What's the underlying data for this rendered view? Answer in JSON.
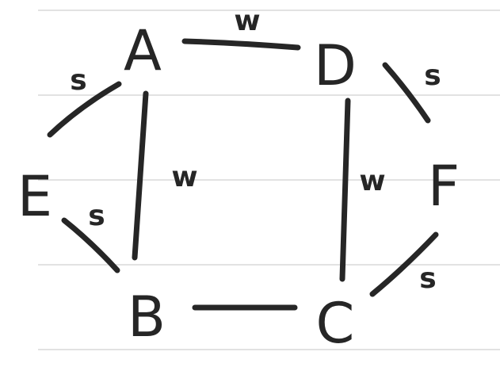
{
  "colors": {
    "ink": "#262626",
    "paper": "#ffffff",
    "rule_lines": "#d9d9d9"
  },
  "nodes": {
    "A": "A",
    "B": "B",
    "C": "C",
    "D": "D",
    "E": "E",
    "F": "F"
  },
  "edges": [
    {
      "from": "A",
      "to": "D",
      "label": "w"
    },
    {
      "from": "A",
      "to": "B",
      "label": "w"
    },
    {
      "from": "D",
      "to": "C",
      "label": "w"
    },
    {
      "from": "A",
      "to": "E",
      "label": "s"
    },
    {
      "from": "E",
      "to": "B",
      "label": "s"
    },
    {
      "from": "D",
      "to": "F",
      "label": "s"
    },
    {
      "from": "F",
      "to": "C",
      "label": "s"
    },
    {
      "from": "B",
      "to": "C",
      "label": ""
    }
  ]
}
